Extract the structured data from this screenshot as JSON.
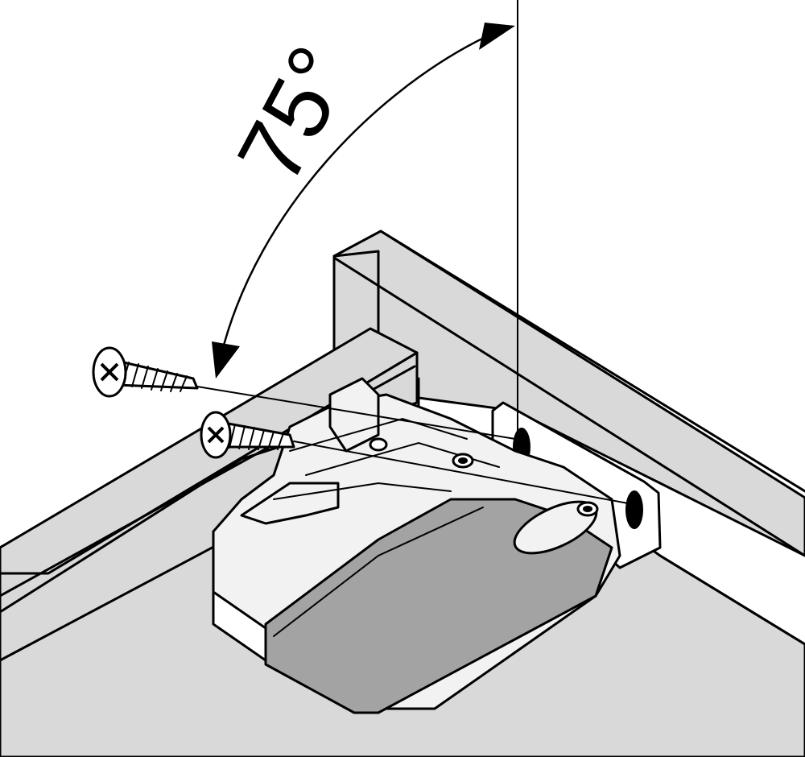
{
  "angle_label": "75°",
  "angle_value_degrees": 75,
  "icons": {
    "screw": "wood-screw",
    "hole": "screw-hole"
  },
  "colors": {
    "wood": "#d9d9d9",
    "housing": "#f2f2f2",
    "cover": "#a3a3a3",
    "line": "#000000"
  }
}
